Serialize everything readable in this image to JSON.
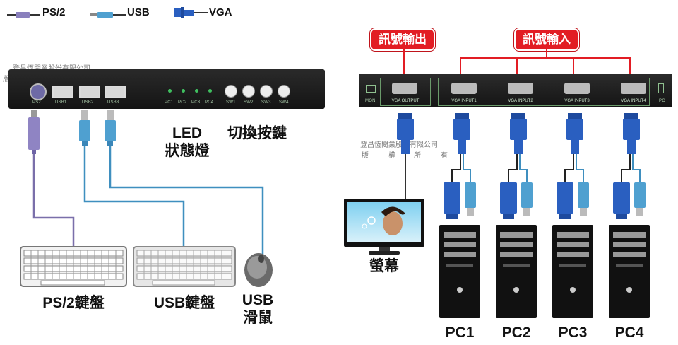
{
  "legend": [
    {
      "label": "PS/2",
      "color": "#7a6faa",
      "icon": "ps2-cable-icon"
    },
    {
      "label": "USB",
      "color": "#3f8fbf",
      "icon": "usb-cable-icon"
    },
    {
      "label": "VGA",
      "color": "#1e4a9e",
      "icon": "vga-cable-icon"
    }
  ],
  "watermark": {
    "line1": "登昌恆閎業股份有限公司",
    "line2": [
      "版",
      "權",
      "所",
      "有"
    ]
  },
  "left_device": {
    "port_labels": [
      "PS2",
      "USB1",
      "USB2",
      "USB3"
    ],
    "led_labels": [
      "PC1",
      "PC2",
      "PC3",
      "PC4"
    ],
    "switch_labels": [
      "SW1",
      "SW2",
      "SW3",
      "SW4"
    ],
    "led_text": [
      "LED",
      "狀態燈"
    ],
    "switch_text": "切換按鍵"
  },
  "peripherals": {
    "ps2_keyboard": "PS/2鍵盤",
    "usb_keyboard": "USB鍵盤",
    "usb_mouse": [
      "USB",
      "滑鼠"
    ]
  },
  "right_device": {
    "output_callout": "訊號輸出",
    "input_callout": "訊號輸入",
    "mon_label": "MON",
    "pc_label": "PC",
    "output_port": "VGA OUTPUT",
    "input_ports": [
      "VGA INPUT1",
      "VGA INPUT2",
      "VGA INPUT3",
      "VGA INPUT4"
    ]
  },
  "monitor_label": "螢幕",
  "pcs": [
    "PC1",
    "PC2",
    "PC3",
    "PC4"
  ],
  "colors": {
    "ps2": "#7a6faa",
    "usb": "#3f8fbf",
    "vga": "#1e4a9e",
    "callout": "#e21d24",
    "device": "#1c1c1c"
  }
}
